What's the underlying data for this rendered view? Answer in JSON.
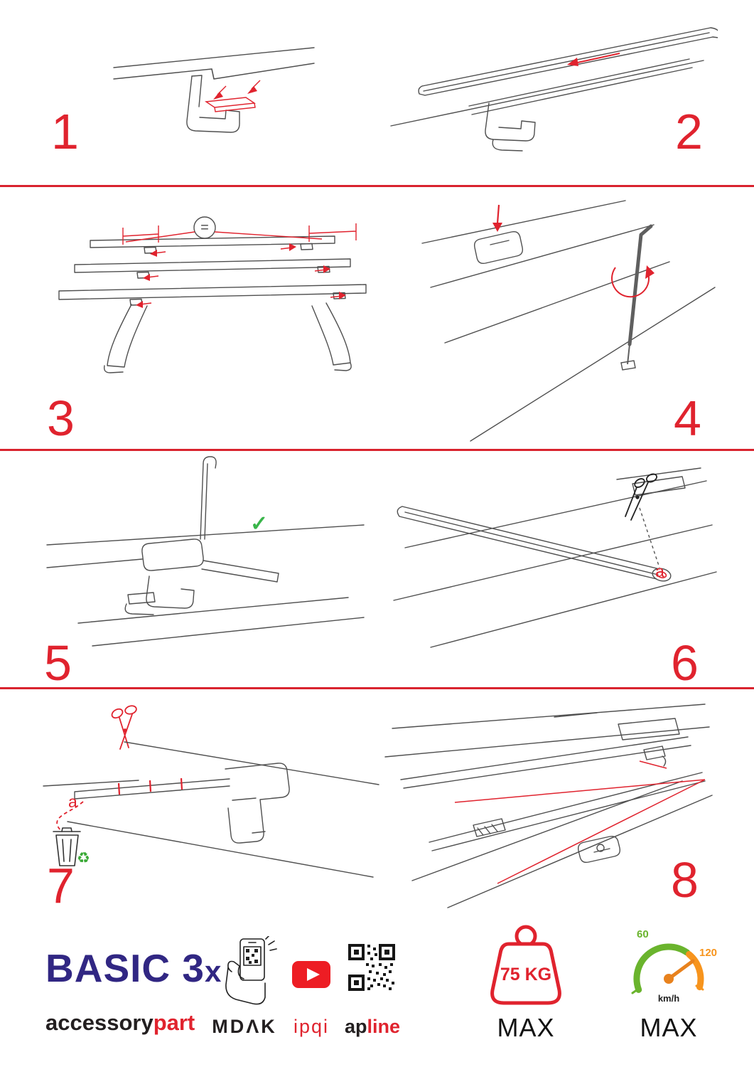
{
  "colors": {
    "accent_red": "#e0232e",
    "brand_navy": "#312783",
    "check_green": "#39b54a",
    "recycle_green": "#39a935",
    "speed_green": "#6ab42d",
    "speed_orange": "#f7941d",
    "youtube_red": "#ed1d24"
  },
  "steps": [
    {
      "number": "1"
    },
    {
      "number": "2"
    },
    {
      "number": "3",
      "equals_label": "="
    },
    {
      "number": "4"
    },
    {
      "number": "5",
      "check_label": "✓"
    },
    {
      "number": "6",
      "cut_label": "a"
    },
    {
      "number": "7",
      "cut_label": "a",
      "recycle_icon": "♻"
    },
    {
      "number": "8"
    }
  ],
  "footer": {
    "product_name": "BASIC 3",
    "product_suffix": "x",
    "brand_prefix": "accessory",
    "brand_suffix": "part",
    "partner_mdak": "MDΛK",
    "partner_ipqi": "ipqi",
    "apline_prefix": "ap",
    "apline_suffix": "line",
    "weight_value": "75 KG",
    "weight_max_label": "MAX",
    "speed_low": "60",
    "speed_high": "120",
    "speed_unit": "km/h",
    "speed_max_label": "MAX"
  }
}
